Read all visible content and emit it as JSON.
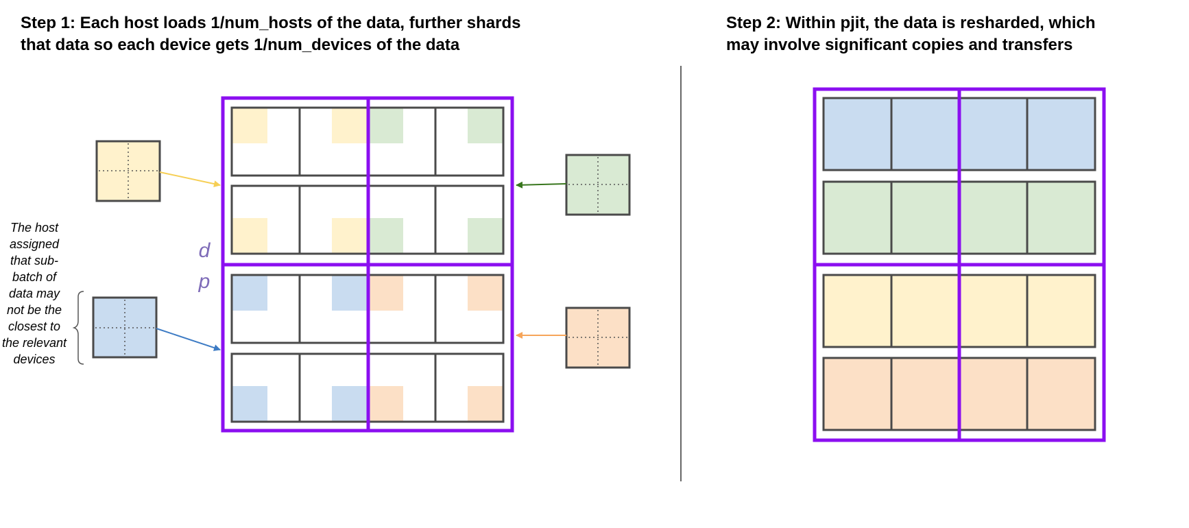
{
  "step1": {
    "title_line1": "Step 1: Each host loads 1/num_hosts of the data, further shards",
    "title_line2": "that data so each device gets 1/num_devices of the data"
  },
  "step2": {
    "title_line1": "Step 2: Within pjit, the data is resharded, which",
    "title_line2": "may involve significant copies and transfers"
  },
  "annotation": {
    "text": "The host assigned that sub-batch of data may not be the closest to the relevant devices"
  },
  "mesh_axis": {
    "letter1": "d",
    "letter2": "p"
  },
  "colors": {
    "mesh_border": "#8b0ff0",
    "device_border": "#4a4a4a",
    "yellow": "#fff2cc",
    "green": "#d9ead3",
    "blue": "#c9dcf0",
    "orange": "#fce0c6",
    "arrow_yellow": "#f6cf55",
    "arrow_green": "#38761d",
    "arrow_blue": "#3d7bc4",
    "arrow_orange": "#f6a55a",
    "divider": "#666666"
  },
  "hosts": [
    {
      "color": "yellow",
      "arrow": "arrow_yellow",
      "side": "left"
    },
    {
      "color": "green",
      "arrow": "arrow_green",
      "side": "right"
    },
    {
      "color": "blue",
      "arrow": "arrow_blue",
      "side": "left"
    },
    {
      "color": "orange",
      "arrow": "arrow_orange",
      "side": "right"
    }
  ],
  "step1_rows": [
    {
      "shard_positions": "top",
      "left_color": "yellow",
      "right_color": "green"
    },
    {
      "shard_positions": "bottom",
      "left_color": "yellow",
      "right_color": "green"
    },
    {
      "shard_positions": "top",
      "left_color": "blue",
      "right_color": "orange"
    },
    {
      "shard_positions": "bottom",
      "left_color": "blue",
      "right_color": "orange"
    }
  ],
  "step2_rows": [
    "blue",
    "green",
    "yellow",
    "orange"
  ]
}
